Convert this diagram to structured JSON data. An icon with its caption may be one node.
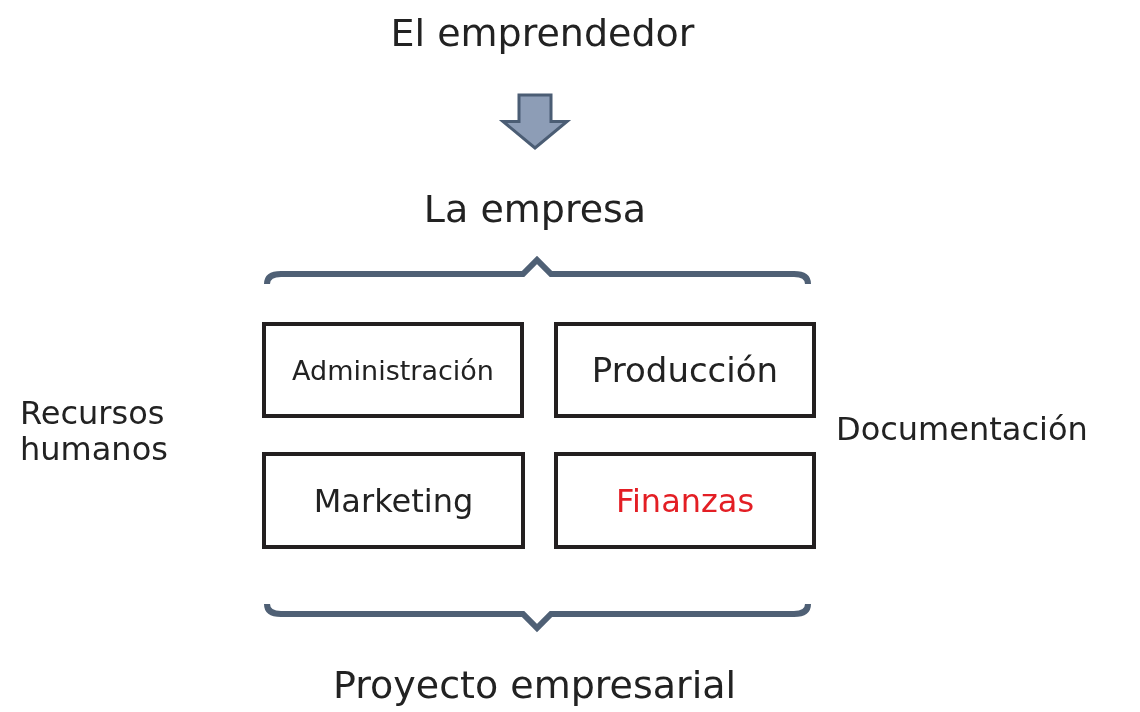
{
  "diagram": {
    "nodes": [
      {
        "text": [
          "El emprendedor"
        ]
      },
      {
        "text": [
          "La empresa"
        ]
      },
      {
        "text": [
          "Administración"
        ]
      },
      {
        "text": [
          "Producción"
        ]
      },
      {
        "text": [
          "Marketing"
        ]
      },
      {
        "text": [
          "Finanzas"
        ]
      }
    ],
    "edges": [
      {
        "from": 0,
        "to": 1,
        "arrow": "to",
        "style": "thick"
      }
    ],
    "labels": [
      "Recursos humanos",
      "Documentación",
      "Proyecto empresarial"
    ]
  }
}
